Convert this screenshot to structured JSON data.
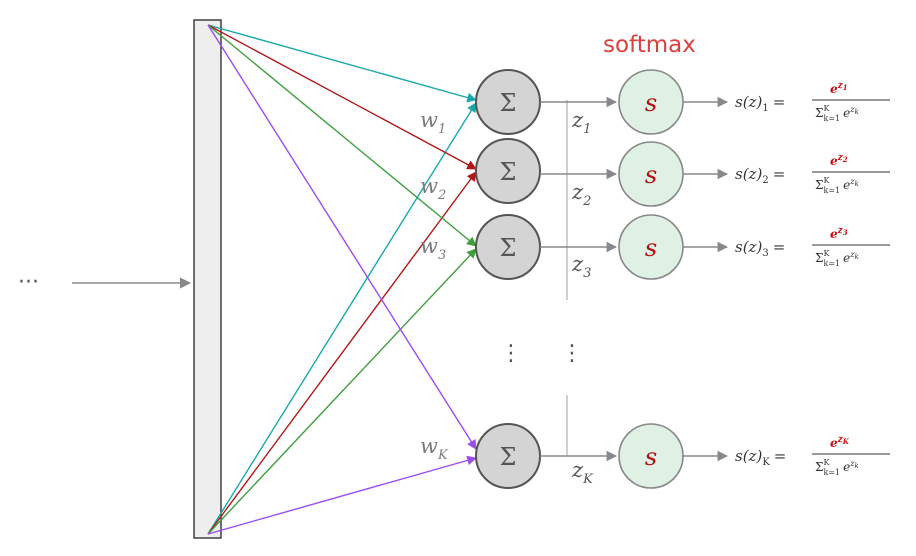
{
  "colors": {
    "teal": "#1aa8a8",
    "red": "#b01818",
    "green": "#3f9f3f",
    "purple": "#9a4df0",
    "softmax_title": "#d94040",
    "sum_node_fill": "#d4d4d4",
    "softmax_node_fill": "#dff0e4"
  },
  "title": "softmax",
  "input_ellipsis": "···",
  "sum_symbol": "Σ",
  "softmax_symbol": "s",
  "vertical_ellipsis": "⋮",
  "rows": [
    {
      "w_base": "w",
      "w_sub": "1",
      "z_base": "z",
      "z_sub": "1",
      "formula": "s(z)₁ =",
      "numerator": "e^z₁",
      "denominator": "Σᴷ k=1 e^zₖ"
    },
    {
      "w_base": "w",
      "w_sub": "2",
      "z_base": "z",
      "z_sub": "2",
      "formula": "s(z)₂ =",
      "numerator": "e^z₂",
      "denominator": "Σᴷ k=1 e^zₖ"
    },
    {
      "w_base": "w",
      "w_sub": "3",
      "z_base": "z",
      "z_sub": "3",
      "formula": "s(z)₃ =",
      "numerator": "e^z₃",
      "denominator": "Σᴷ k=1 e^zₖ"
    },
    {
      "w_base": "w",
      "w_sub": "K",
      "z_base": "z",
      "z_sub": "K",
      "formula": "s(z)ₖ =",
      "numerator": "e^zₖ",
      "denominator": "Σᴷ k=1 e^zₖ"
    }
  ],
  "formula_parts": {
    "s_paren": "s(z)",
    "equals": "=",
    "e": "e",
    "sum": "Σ",
    "k_eq_1": "k=1",
    "K": "K",
    "z": "z",
    "k": "k"
  }
}
